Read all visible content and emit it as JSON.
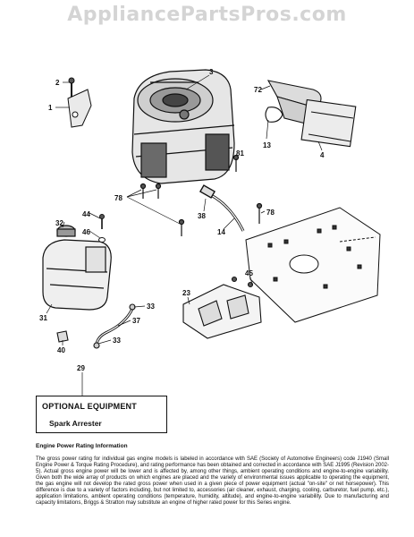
{
  "watermark": "AppliancePartsPros.com",
  "callouts": {
    "c2": "2",
    "c1": "1",
    "c3": "3",
    "c72": "72",
    "c13": "13",
    "c4": "4",
    "c81": "81",
    "c78a": "78",
    "c38": "38",
    "c14": "14",
    "c78b": "78",
    "c44": "44",
    "c32": "32",
    "c46": "46",
    "c31": "31",
    "c45": "45",
    "c23": "23",
    "c33a": "33",
    "c37": "37",
    "c33b": "33",
    "c40": "40",
    "c29": "29"
  },
  "optional_box": {
    "title": "OPTIONAL EQUIPMENT",
    "item": "Spark Arrester"
  },
  "rating": {
    "heading": "Engine Power Rating Information",
    "body": "The gross power rating for individual gas engine models is labeled in accordance with SAE (Society of Automotive Engineers) code J1940 (Small Engine Power & Torque Rating Procedure), and rating performance has been obtained and corrected in accordance with SAE J1995 (Revision 2002-5). Actual gross engine power will be lower and is affected by, among other things, ambient operating conditions and engine-to-engine variability. Given both the wide array of products on which engines are placed and the variety of environmental issues applicable to operating the equipment, the gas engine will not develop the rated gross power when used in a given piece of power equipment (actual \"on-site\" or net horsepower). This difference is due to a variety of factors including, but not limited to, accessories (air cleaner, exhaust, charging, cooling, carburetor, fuel pump, etc.), application limitations, ambient operating conditions (temperature, humidity, altitude), and engine-to-engine variability. Due to manufacturing and capacity limitations, Briggs & Stratton may substitute an engine of higher rated power for this Series engine."
  }
}
